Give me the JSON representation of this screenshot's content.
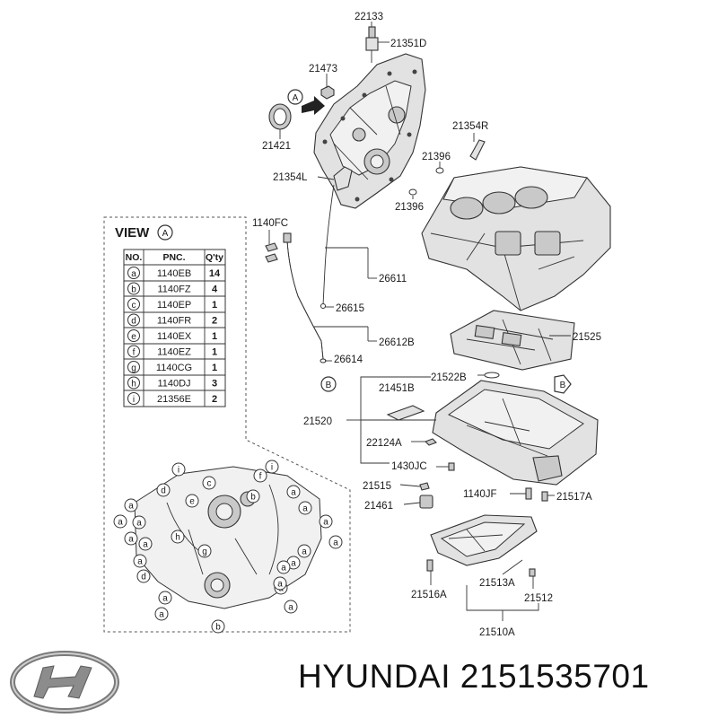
{
  "callouts": [
    {
      "id": "c-22133",
      "text": "22133"
    },
    {
      "id": "c-21351D",
      "text": "21351D"
    },
    {
      "id": "c-21473",
      "text": "21473"
    },
    {
      "id": "c-21421",
      "text": "21421"
    },
    {
      "id": "c-21354R",
      "text": "21354R"
    },
    {
      "id": "c-21396a",
      "text": "21396"
    },
    {
      "id": "c-21354L",
      "text": "21354L"
    },
    {
      "id": "c-21396b",
      "text": "21396"
    },
    {
      "id": "c-1140FC",
      "text": "1140FC"
    },
    {
      "id": "c-26611",
      "text": "26611"
    },
    {
      "id": "c-26615",
      "text": "26615"
    },
    {
      "id": "c-26612B",
      "text": "26612B"
    },
    {
      "id": "c-26614",
      "text": "26614"
    },
    {
      "id": "c-21525",
      "text": "21525"
    },
    {
      "id": "c-21522B",
      "text": "21522B"
    },
    {
      "id": "c-21451B",
      "text": "21451B"
    },
    {
      "id": "c-21520",
      "text": "21520"
    },
    {
      "id": "c-22124A",
      "text": "22124A"
    },
    {
      "id": "c-1430JC",
      "text": "1430JC"
    },
    {
      "id": "c-21515",
      "text": "21515"
    },
    {
      "id": "c-1140JF",
      "text": "1140JF"
    },
    {
      "id": "c-21517A",
      "text": "21517A"
    },
    {
      "id": "c-21461",
      "text": "21461"
    },
    {
      "id": "c-21516A",
      "text": "21516A"
    },
    {
      "id": "c-21513A",
      "text": "21513A"
    },
    {
      "id": "c-21512",
      "text": "21512"
    },
    {
      "id": "c-21510A",
      "text": "21510A"
    }
  ],
  "markers": {
    "A": "A",
    "B": "B"
  },
  "view": {
    "title": "VIEW",
    "marker": "A",
    "headers": {
      "no": "NO.",
      "pnc": "PNC.",
      "qty": "Q'ty"
    },
    "rows": [
      {
        "no": "a",
        "pnc": "1140EB",
        "qty": "14"
      },
      {
        "no": "b",
        "pnc": "1140FZ",
        "qty": "4"
      },
      {
        "no": "c",
        "pnc": "1140EP",
        "qty": "1"
      },
      {
        "no": "d",
        "pnc": "1140FR",
        "qty": "2"
      },
      {
        "no": "e",
        "pnc": "1140EX",
        "qty": "1"
      },
      {
        "no": "f",
        "pnc": "1140EZ",
        "qty": "1"
      },
      {
        "no": "g",
        "pnc": "1140CG",
        "qty": "1"
      },
      {
        "no": "h",
        "pnc": "1140DJ",
        "qty": "3"
      },
      {
        "no": "i",
        "pnc": "21356E",
        "qty": "2"
      }
    ]
  },
  "view_callouts": [
    "i",
    "c",
    "f",
    "i",
    "d",
    "e",
    "b",
    "a",
    "a",
    "a",
    "h",
    "a",
    "a",
    "a",
    "g",
    "a",
    "a",
    "a",
    "a",
    "a",
    "a",
    "a",
    "d",
    "a",
    "a",
    "a",
    "a",
    "a",
    "b"
  ],
  "brand": {
    "name": "HYUNDAI",
    "part_number": "2151535701",
    "text": "HYUNDAI 2151535701",
    "logo": "hyundai-logo"
  }
}
